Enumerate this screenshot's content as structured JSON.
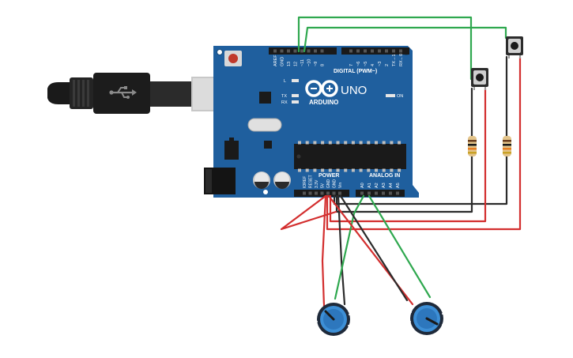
{
  "board": {
    "model": "UNO",
    "brand": "ARDUINO",
    "digital_header_label": "DIGITAL (PWM~)",
    "power_header_label": "POWER",
    "analog_header_label": "ANALOG IN",
    "on_label": "ON",
    "l_label": "L",
    "tx_label": "TX",
    "rx_label": "RX",
    "digital_pins": [
      "AREF",
      "GND",
      "13",
      "12",
      "~11",
      "~10",
      "~9",
      "8",
      "7",
      "~6",
      "~5",
      "4",
      "~3",
      "2",
      "TX→1",
      "RX←0"
    ],
    "power_pins": [
      "IOREF",
      "RESET",
      "3.3V",
      "5V",
      "GND",
      "GND",
      "Vin"
    ],
    "analog_pins": [
      "A0",
      "A1",
      "A2",
      "A3",
      "A4",
      "A5"
    ],
    "board_color": "#1f5f9e",
    "header_color": "#1a1a1a"
  },
  "wire_colors": {
    "signal_digital": "#2fa84f",
    "signal_analog": "#2fa84f",
    "power": "#d32f2f",
    "ground": "#2b2b2b"
  },
  "components": {
    "usb_cable": "usb-b-cable",
    "pushbuttons": 2,
    "resistors": 2,
    "potentiometers": 2
  }
}
